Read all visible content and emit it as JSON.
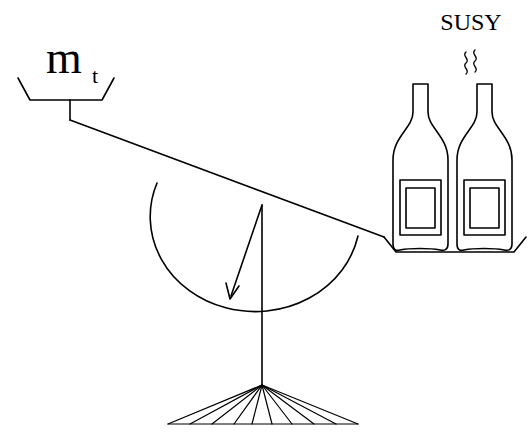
{
  "diagram": {
    "labels": [
      "m",
      "t",
      "SUSY"
    ]
  }
}
